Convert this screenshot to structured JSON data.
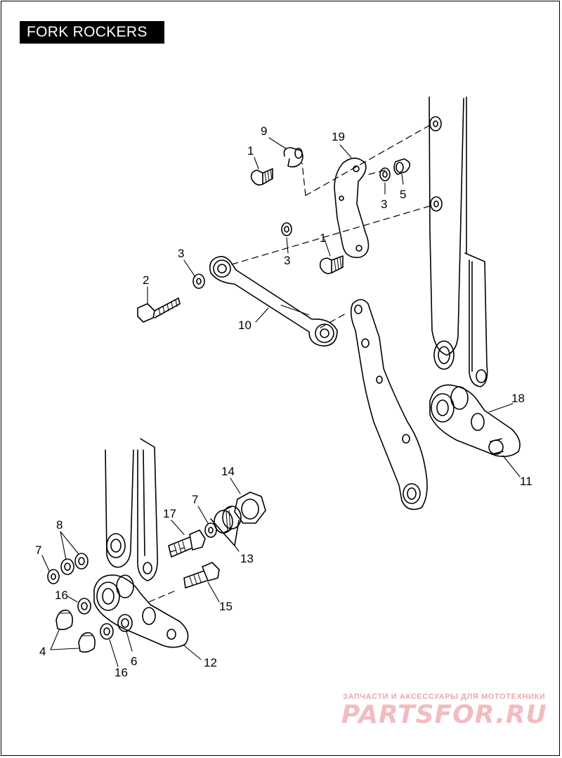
{
  "title": "FORK ROCKERS",
  "callouts": {
    "c9": "9",
    "c1a": "1",
    "c19": "19",
    "c3a": "3",
    "c5": "5",
    "c1b": "1",
    "c3b": "3",
    "c3c": "3",
    "c2": "2",
    "c10": "10",
    "c18": "18",
    "c11": "11",
    "c14": "14",
    "c7a": "7",
    "c17": "17",
    "c8": "8",
    "c7b": "7",
    "c13": "13",
    "c16a": "16",
    "c15": "15",
    "c4": "4",
    "c6": "6",
    "c12": "12",
    "c16b": "16"
  },
  "watermark": {
    "tagline": "ЗАПЧАСТИ И АКСЕССУАРЫ ДЛЯ МОТОТЕХНИКИ",
    "logo": "PARTSFOR.RU",
    "color": "#f2bcc0"
  }
}
